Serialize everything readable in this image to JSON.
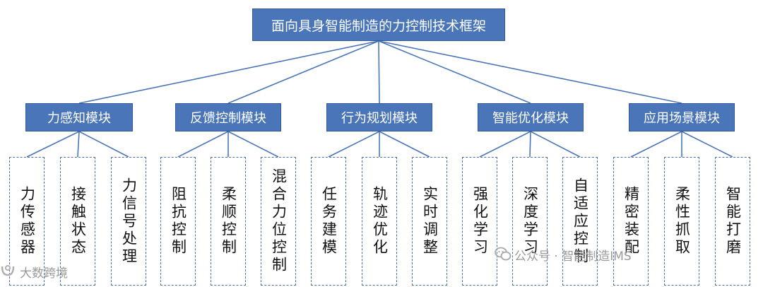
{
  "title": "面向具身智能制造的力控制技术框架",
  "modules": [
    {
      "label": "力感知模块",
      "leaves": [
        "力传感器",
        "接触状态",
        "力信号处理"
      ]
    },
    {
      "label": "反馈控制模块",
      "leaves": [
        "阻抗控制",
        "柔顺控制",
        "混合力位控制"
      ]
    },
    {
      "label": "行为规划模块",
      "leaves": [
        "任务建模",
        "轨迹优化",
        "实时调整"
      ]
    },
    {
      "label": "智能优化模块",
      "leaves": [
        "强化学习",
        "深度学习",
        "自适应控制"
      ]
    },
    {
      "label": "应用场景模块",
      "leaves": [
        "精密装配",
        "柔性抓取",
        "智能打磨"
      ]
    }
  ],
  "watermarks": {
    "left": "大数跨境",
    "right": "公众号 · 智能制造IMS"
  },
  "colors": {
    "box": "#4a76b9",
    "line": "#4a76b9",
    "leaf_border": "#4f6fa8"
  }
}
